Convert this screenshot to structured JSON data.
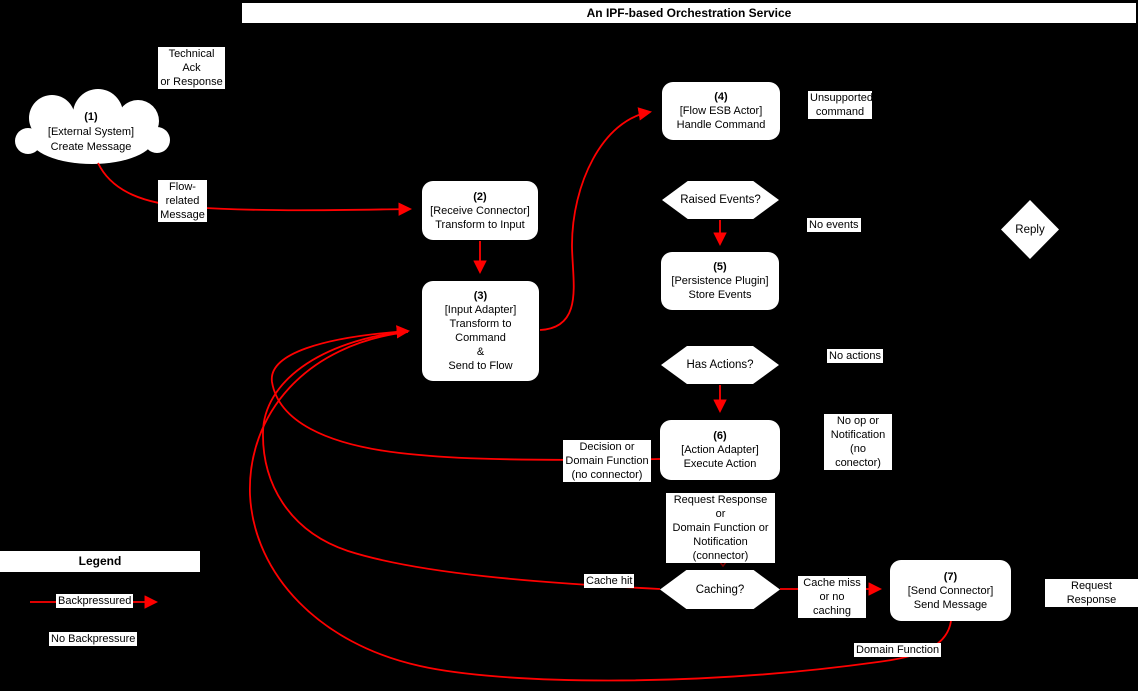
{
  "title": "An IPF-based Orchestration Service",
  "colors": {
    "background": "#000000",
    "node_fill": "#ffffff",
    "node_text": "#000000",
    "backpressured_red": "#ff0000",
    "no_backpressure_dark": "#7a0000"
  },
  "nodes": {
    "external_system": {
      "num": "(1)",
      "body": "[External System]\nCreate Message"
    },
    "receive_connector": {
      "num": "(2)",
      "body": "[Receive Connector]\nTransform to Input"
    },
    "input_adapter": {
      "num": "(3)",
      "body": "[Input Adapter]\nTransform to\nCommand\n&\nSend to Flow"
    },
    "flow_esb_actor": {
      "num": "(4)",
      "body": "[Flow ESB Actor]\nHandle Command"
    },
    "persistence_plugin": {
      "num": "(5)",
      "body": "[Persistence Plugin]\nStore Events"
    },
    "action_adapter": {
      "num": "(6)",
      "body": "[Action Adapter]\nExecute Action"
    },
    "send_connector": {
      "num": "(7)",
      "body": "[Send Connector]\nSend Message"
    },
    "raised_events": "Raised Events?",
    "has_actions": "Has Actions?",
    "caching": "Caching?",
    "reply": "Reply"
  },
  "edge_labels": {
    "technical_ack": "Technical Ack\nor Response",
    "flow_related_message": "Flow-\nrelated\nMessage",
    "unsupported_command": "Unsupported\ncommand",
    "no_events": "No events",
    "no_actions": "No actions",
    "no_op_notification": "No op or\nNotification\n(no conector)",
    "decision_domain_function": "Decision or\nDomain Function\n(no connector)",
    "request_response_connector": "Request Response or\nDomain Function or\nNotification\n(connector)",
    "cache_hit": "Cache hit",
    "cache_miss": "Cache miss\nor no caching",
    "request_response": "Request Response",
    "domain_function": "Domain Function"
  },
  "legend": {
    "title": "Legend",
    "backpressured": "Backpressured",
    "no_backpressure": "No Backpressure"
  }
}
